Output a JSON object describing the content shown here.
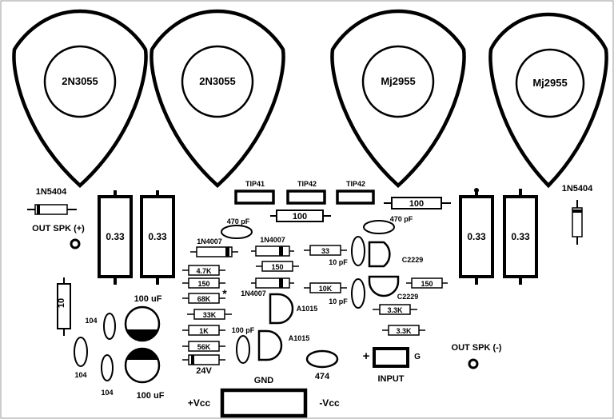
{
  "transistors": {
    "q1": "2N3055",
    "q2": "2N3055",
    "q3": "Mj2955",
    "q4": "Mj2955"
  },
  "drivers": {
    "tip41": "TIP41",
    "tip42a": "TIP42",
    "tip42b": "TIP42"
  },
  "diodes": {
    "d_left": "1N5404",
    "d_right": "1N5404",
    "d1": "1N4007",
    "d2": "1N4007",
    "d3": "1N4007"
  },
  "power_resistors": {
    "r1": "0.33",
    "r2": "0.33",
    "r3": "0.33",
    "r4": "0.33",
    "r10": "10"
  },
  "resistors": {
    "r100_top": "100",
    "r100_mid": "100",
    "r47k": "4.7K",
    "r150_a": "150",
    "r150_b": "150",
    "r150_c": "150",
    "r68k": "68K",
    "r33k": "33K",
    "r1k": "1K",
    "r56k": "56K",
    "r33": "33",
    "r10k": "10K",
    "r33k_a": "3.3K",
    "r33k_b": "3.3K"
  },
  "capacitors": {
    "c470_left": "470 pF",
    "c470_right": "470 pF",
    "c10_a": "10 pF",
    "c10_b": "10 pF",
    "c100p": "100 pF",
    "c474": "474",
    "c104_a": "104",
    "c104_b": "104",
    "c104_c": "104",
    "c100u_a": "100 uF",
    "c100u_b": "100 uF",
    "zener": "24V"
  },
  "small_transistors": {
    "c2229_a": "C2229",
    "c2229_b": "C2229",
    "a1015_a": "A1015",
    "a1015_b": "A1015"
  },
  "labels": {
    "out_pos": "OUT SPK (+)",
    "out_neg": "OUT SPK (-)",
    "asterisk": "*",
    "gnd": "GND",
    "vcc_pos": "+Vcc",
    "vcc_neg": "-Vcc",
    "input": "INPUT",
    "plus": "+",
    "g": "G"
  }
}
